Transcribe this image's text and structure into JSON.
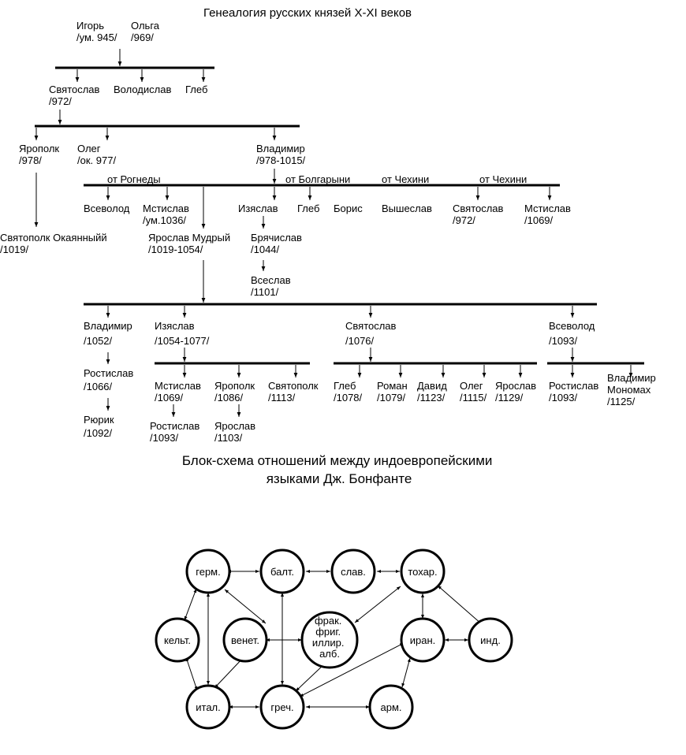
{
  "genealogy": {
    "title": "Генеалогия русских князей X-XI веков",
    "nodes": [
      {
        "id": "igor",
        "lines": [
          "Игорь",
          "/ум. 945/"
        ]
      },
      {
        "id": "olga",
        "lines": [
          "Ольга",
          "/969/"
        ]
      },
      {
        "id": "svyatoslav1",
        "lines": [
          "Святослав",
          "/972/"
        ]
      },
      {
        "id": "volodislav",
        "lines": [
          "Володислав"
        ]
      },
      {
        "id": "gleb1",
        "lines": [
          "Глеб"
        ]
      },
      {
        "id": "yaropolk1",
        "lines": [
          "Ярополк",
          "/978/"
        ]
      },
      {
        "id": "oleg1",
        "lines": [
          "Олег",
          "/ок. 977/"
        ]
      },
      {
        "id": "vladimir1",
        "lines": [
          "Владимир",
          "/978-1015/"
        ]
      },
      {
        "id": "svyatopolk",
        "lines": [
          "Святополк Окаянныйй",
          "/1019/"
        ]
      },
      {
        "id": "vsevolod1",
        "lines": [
          "Всеволод"
        ]
      },
      {
        "id": "mstislav1",
        "lines": [
          "Мстислав",
          "/ум.1036/"
        ]
      },
      {
        "id": "yaroslav",
        "lines": [
          "Ярослав Мудрый",
          "/1019-1054/"
        ]
      },
      {
        "id": "izyaslav1",
        "lines": [
          "Изяслав"
        ]
      },
      {
        "id": "gleb2",
        "lines": [
          "Глеб"
        ]
      },
      {
        "id": "boris",
        "lines": [
          "Борис"
        ]
      },
      {
        "id": "vysheslav",
        "lines": [
          "Вышеслав"
        ]
      },
      {
        "id": "svyatoslav2",
        "lines": [
          "Святослав",
          "/972/"
        ]
      },
      {
        "id": "mstislav2",
        "lines": [
          "Мстислав",
          "/1069/"
        ]
      },
      {
        "id": "bryachislav",
        "lines": [
          "Брячислав",
          "/1044/"
        ]
      },
      {
        "id": "vseslav",
        "lines": [
          "Всеслав",
          "/1101/"
        ]
      },
      {
        "id": "vladimir2",
        "lines": [
          "Владимир",
          "/1052/"
        ]
      },
      {
        "id": "izyaslav2",
        "lines": [
          "Изяслав",
          "/1054-1077/"
        ]
      },
      {
        "id": "svyatoslav3",
        "lines": [
          "Святослав",
          "/1076/"
        ]
      },
      {
        "id": "vsevolod2",
        "lines": [
          "Всеволод",
          "/1093/"
        ]
      },
      {
        "id": "rostislav1",
        "lines": [
          "Ростислав",
          "/1066/"
        ]
      },
      {
        "id": "ryurik",
        "lines": [
          "Рюрик",
          "/1092/"
        ]
      },
      {
        "id": "mstislav3",
        "lines": [
          "Мстислав",
          "/1069/"
        ]
      },
      {
        "id": "yaropolk2",
        "lines": [
          "Ярополк",
          "/1086/"
        ]
      },
      {
        "id": "svyatopolk2",
        "lines": [
          "Святополк",
          "/1113/"
        ]
      },
      {
        "id": "rostislav2",
        "lines": [
          "Ростислав",
          "/1093/"
        ]
      },
      {
        "id": "yaroslav2",
        "lines": [
          "Ярослав",
          "/1103/"
        ]
      },
      {
        "id": "gleb3",
        "lines": [
          "Глеб",
          "/1078/"
        ]
      },
      {
        "id": "roman",
        "lines": [
          "Роман",
          "/1079/"
        ]
      },
      {
        "id": "david",
        "lines": [
          "Давид",
          "/1123/"
        ]
      },
      {
        "id": "oleg2",
        "lines": [
          "Олег",
          "/1115/"
        ]
      },
      {
        "id": "yaroslav3",
        "lines": [
          "Ярослав",
          "/1129/"
        ]
      },
      {
        "id": "rostislav3",
        "lines": [
          "Ростислав",
          "/1093/"
        ]
      },
      {
        "id": "monomakh",
        "lines": [
          "Владимир",
          "Мономах",
          "/1125/"
        ]
      }
    ],
    "mother_labels": [
      "от Рогнеды",
      "от Болгарыни",
      "от Чехини",
      "от Чехини"
    ]
  },
  "blockscheme": {
    "title_lines": [
      "Блок-схема  отношений между индоевропейскими",
      "языками Дж. Бонфанте"
    ],
    "nodes": [
      {
        "id": "germ",
        "lines": [
          "герм."
        ]
      },
      {
        "id": "balt",
        "lines": [
          "балт."
        ]
      },
      {
        "id": "slav",
        "lines": [
          "слав."
        ]
      },
      {
        "id": "tokhar",
        "lines": [
          "тохар."
        ]
      },
      {
        "id": "kelt",
        "lines": [
          "кельт."
        ]
      },
      {
        "id": "venet",
        "lines": [
          "венет."
        ]
      },
      {
        "id": "frak",
        "lines": [
          "фрак.",
          "фриг.",
          "иллир.",
          "алб."
        ]
      },
      {
        "id": "iran",
        "lines": [
          "иран."
        ]
      },
      {
        "id": "ind",
        "lines": [
          "инд."
        ]
      },
      {
        "id": "ital",
        "lines": [
          "итал."
        ]
      },
      {
        "id": "grech",
        "lines": [
          "греч."
        ]
      },
      {
        "id": "arm",
        "lines": [
          "арм."
        ]
      }
    ]
  }
}
